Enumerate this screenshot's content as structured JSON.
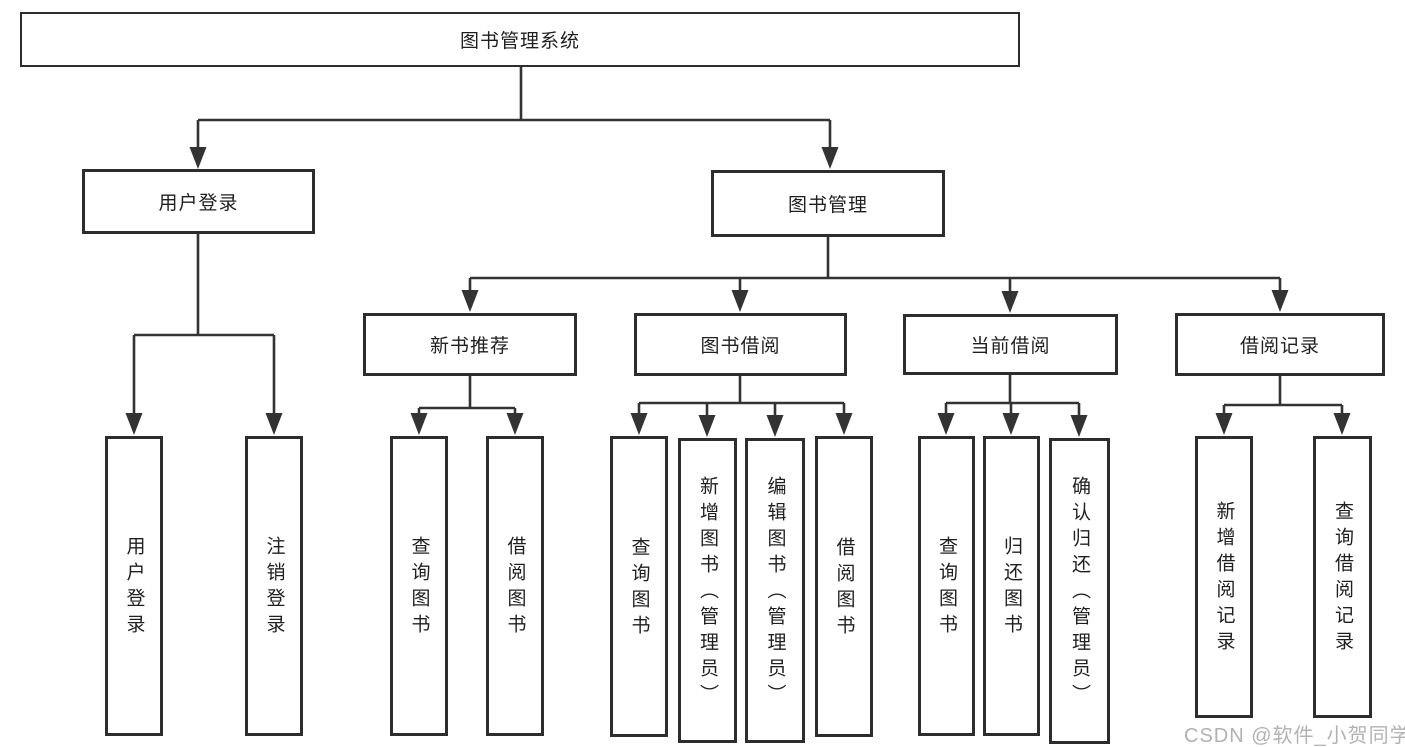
{
  "diagram": {
    "root": {
      "label": "图书管理系统"
    },
    "level2": [
      {
        "label": "用户登录"
      },
      {
        "label": "图书管理"
      }
    ],
    "level3": [
      {
        "label": "新书推荐"
      },
      {
        "label": "图书借阅"
      },
      {
        "label": "当前借阅"
      },
      {
        "label": "借阅记录"
      }
    ],
    "leaves": [
      {
        "label": "用户登录"
      },
      {
        "label": "注销登录"
      },
      {
        "label": "查询图书"
      },
      {
        "label": "借阅图书"
      },
      {
        "label": "查询图书"
      },
      {
        "label": "新增图书（管理员）"
      },
      {
        "label": "编辑图书（管理员）"
      },
      {
        "label": "借阅图书"
      },
      {
        "label": "查询图书"
      },
      {
        "label": "归还图书"
      },
      {
        "label": "确认归还（管理员）"
      },
      {
        "label": "新增借阅记录"
      },
      {
        "label": "查询借阅记录"
      }
    ]
  },
  "watermark": "CSDN @软件_小贺同学",
  "colors": {
    "line": "#333333",
    "box_border": "#2d2d2d",
    "text": "#1f1f1f",
    "watermark": "#b3b1b1",
    "background": "#ffffff"
  }
}
